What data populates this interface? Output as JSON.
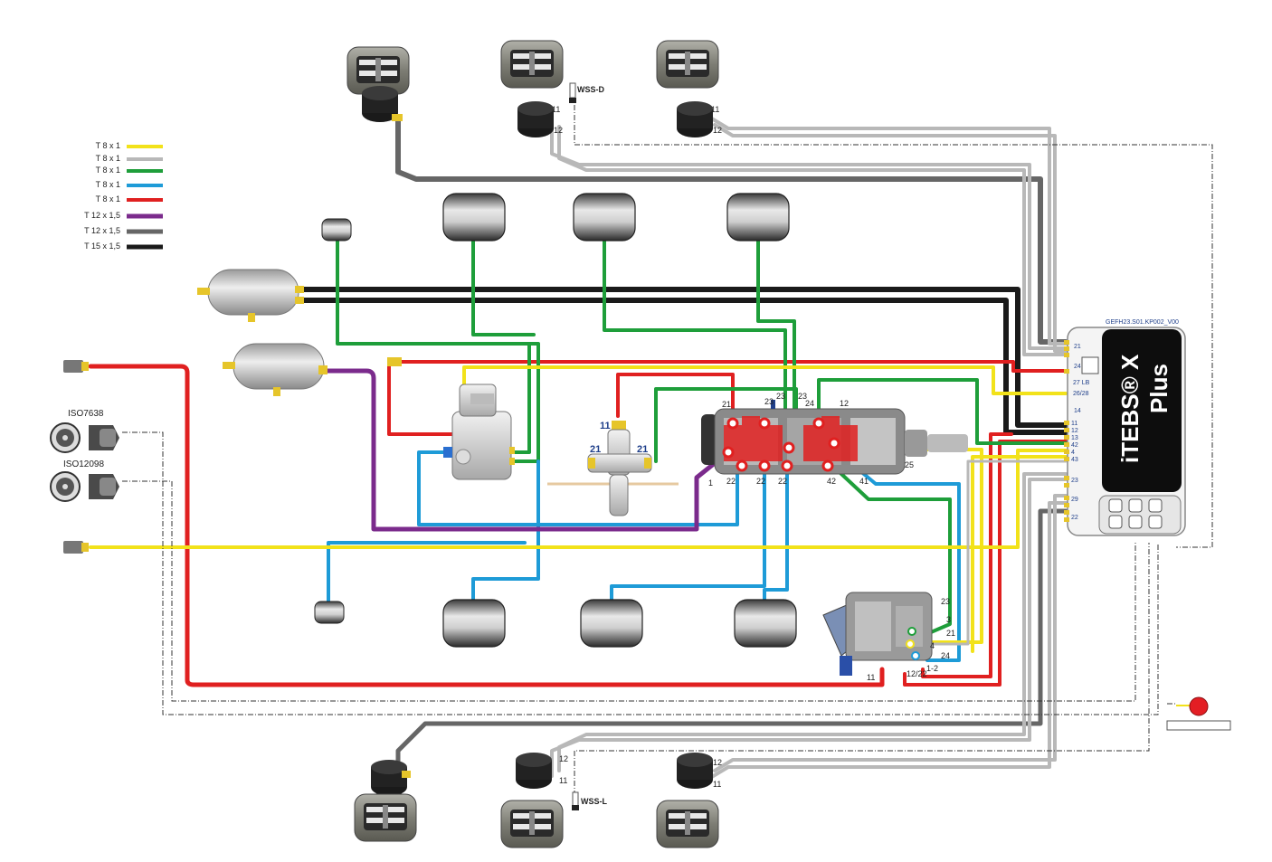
{
  "legend": [
    {
      "label": "T 8 x 1",
      "color": "#f2e21a"
    },
    {
      "label": "T 8 x 1",
      "color": "#b8b8b8"
    },
    {
      "label": "T 8 x 1",
      "color": "#1e9e3a"
    },
    {
      "label": "T 8 x 1",
      "color": "#1e9bd7"
    },
    {
      "label": "T 8 x 1",
      "color": "#e02020"
    },
    {
      "label": "T 12 x 1,5",
      "color": "#7b2b8c"
    },
    {
      "label": "T 12 x 1,5",
      "color": "#666666"
    },
    {
      "label": "T 15 x 1,5",
      "color": "#1a1a1a"
    }
  ],
  "connectors": {
    "iso7638": "ISO7638",
    "iso12098": "ISO12098"
  },
  "ecu": {
    "title_line1": "iTEBS® X",
    "title_line2": "Plus",
    "part_code": "GEFH23.S01.KP002_V00",
    "ports": [
      "21",
      "24",
      "27 LB",
      "26/28",
      "14",
      "11",
      "12",
      "13",
      "42",
      "4",
      "43",
      "23",
      "29",
      "22"
    ]
  },
  "sensors": {
    "wss_d": "WSS-D",
    "wss_l": "WSS-L"
  },
  "valve_ports": {
    "relay_top": "11",
    "relay_left": "21",
    "relay_right": "21",
    "modulator_top": [
      "21",
      "23",
      "23",
      "23",
      "24",
      "12"
    ],
    "modulator_bottom": [
      "1",
      "22",
      "22",
      "22",
      "42",
      "41",
      "25"
    ],
    "lower_valve": [
      "23",
      "3",
      "21",
      "4",
      "24",
      "1-2",
      "12/22",
      "11"
    ],
    "chamber_a": [
      "11",
      "12"
    ],
    "chamber_b": [
      "11",
      "12"
    ]
  },
  "colors": {
    "yellow": "#f2e21a",
    "grey": "#b8b8b8",
    "green": "#1e9e3a",
    "blue": "#1e9bd7",
    "red": "#e02020",
    "purple": "#7b2b8c",
    "darkgrey": "#666666",
    "black": "#1a1a1a",
    "ecu_black": "#0d0d0d",
    "accent_red": "#e31e24"
  }
}
